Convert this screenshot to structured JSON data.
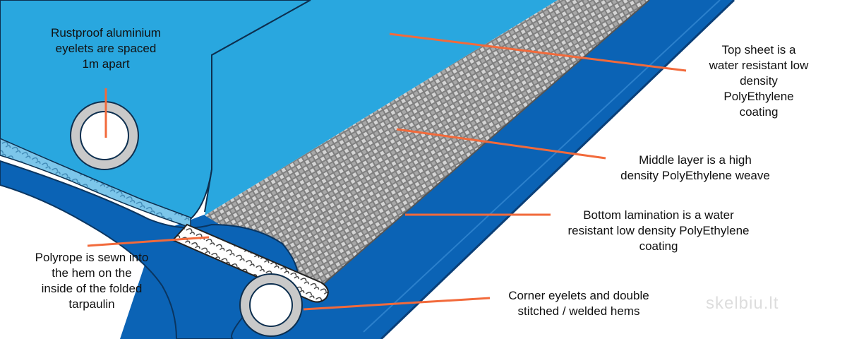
{
  "labels": {
    "eyelets_spacing": [
      "Rustproof aluminium",
      "eyelets are spaced",
      "1m apart"
    ],
    "top_sheet": [
      "Top sheet is a",
      "water resistant low",
      "density",
      "PolyEthylene",
      "coating"
    ],
    "middle_layer": [
      "Middle layer is a high",
      "density PolyEthylene weave"
    ],
    "bottom_lamination": [
      "Bottom lamination is a water",
      "resistant low density PolyEthylene",
      "coating"
    ],
    "polyrope": [
      "Polyrope is sewn into",
      "the hem on the",
      "inside of the folded",
      "tarpaulin"
    ],
    "corner_eyelets": [
      "Corner eyelets and double",
      "stitched / welded hems"
    ]
  },
  "watermark": "skelbiu.lt",
  "colors": {
    "top_sheet": "#29a7df",
    "bottom_layer": "#0b63b5",
    "weave": "#8f8f8f",
    "leader_line": "#f26a3b",
    "eyelet_ring": "#c9c9c9"
  }
}
